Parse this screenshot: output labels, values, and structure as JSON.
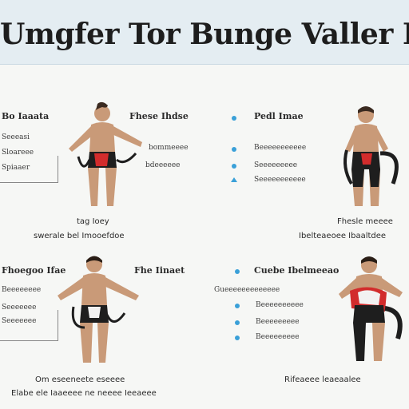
{
  "header": {
    "title": "Umgfer Tor Bunge Valler Budi"
  },
  "panels": {
    "top_left": {
      "labels": [
        "Bo Iaaata",
        "Seeeasi",
        "Sloareee",
        "Spiaaer"
      ],
      "caption_1": "tag Ioey",
      "caption_2": "swerale bel Imooefdoe"
    },
    "top_middle": {
      "title": "Fhese Ihdse",
      "labels": [
        "bommeeee",
        "bdeeeeee"
      ]
    },
    "top_right": {
      "title": "Pedl Imae",
      "labels": [
        "Beeeeeeeeeee",
        "Seeeeeeeee",
        "Seeeeeeeeeee"
      ],
      "caption_1": "Fhesle meeee",
      "caption_2": "Ibelteaeoee Ibaaltdee"
    },
    "bottom_left": {
      "title": "Fhoegoo Ifae",
      "labels": [
        "Beeeeeeee",
        "Seeeeeee",
        "Seeeeeee"
      ],
      "caption_1": "Om eseeneete eseeee",
      "caption_2": "Elabe ele Iaaeeee ne neeee Ieeaeee"
    },
    "bottom_middle": {
      "title": "Fhe Iinaet"
    },
    "bottom_right": {
      "title": "Cuebe Ibelmeeao",
      "labels": [
        "Gueeeeeeeeeeeee",
        "Beeeeeeeeee",
        "Beeeeeeeee",
        "Beeeeeeeee"
      ],
      "caption_1": "Rifeaeee leaeaalee"
    }
  },
  "colors": {
    "accent": "#3aa0d8",
    "skin": "#c99a78",
    "shorts": "#1e1e1e",
    "harness_red": "#d22c2c"
  }
}
